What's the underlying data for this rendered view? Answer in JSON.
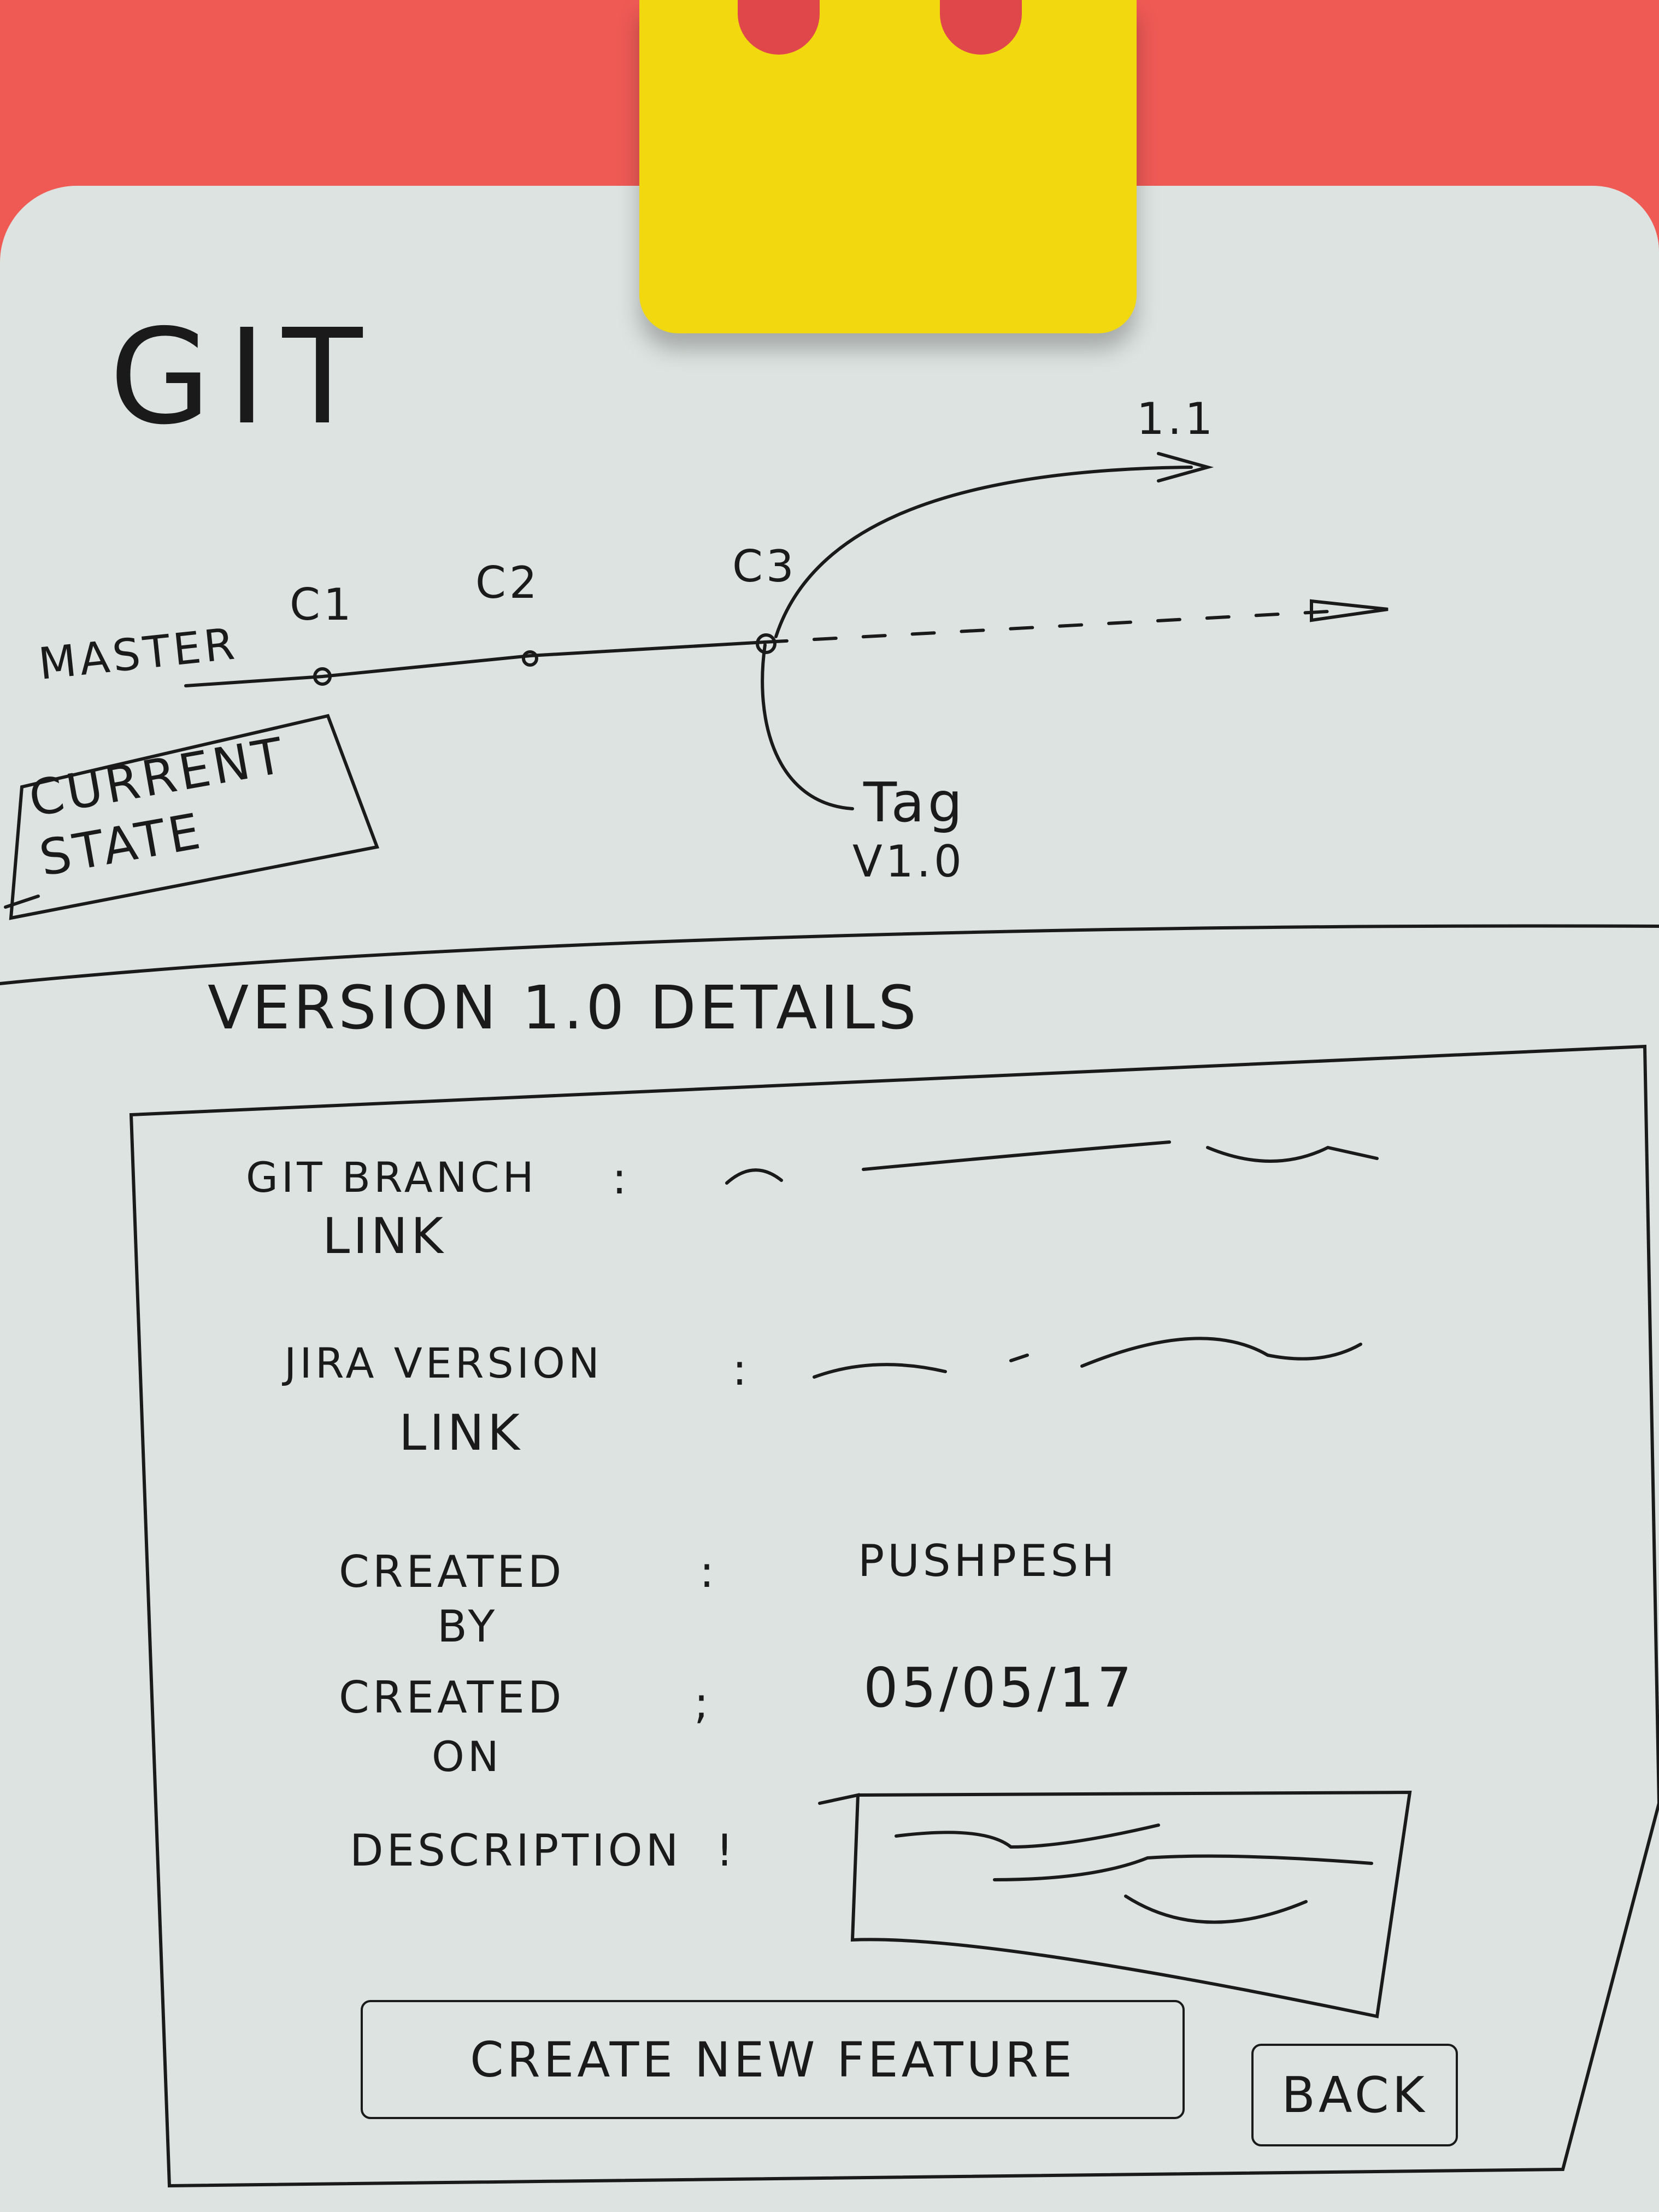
{
  "title": "GIT",
  "diagram": {
    "branch_label": "MASTER",
    "commits": [
      "C1",
      "C2",
      "C3"
    ],
    "arrow_label": "1.1",
    "tag_label": "Tag",
    "tag_version": "V1.0",
    "state_box": "CURRENT STATE"
  },
  "details": {
    "heading": "VERSION 1.0 DETAILS",
    "fields": [
      {
        "label_line1": "GIT BRANCH",
        "label_line2": "LINK"
      },
      {
        "label_line1": "JIRA VERSION",
        "label_line2": "LINK"
      },
      {
        "label_line1": "CREATED",
        "label_line2": "BY",
        "value": "PUSHPESH"
      },
      {
        "label_line1": "CREATED",
        "label_line2": "ON",
        "value": "05/05/17"
      },
      {
        "label_line1": "DESCRIPTION"
      }
    ],
    "buttons": {
      "create": "CREATE NEW FEATURE",
      "back": "BACK"
    }
  }
}
